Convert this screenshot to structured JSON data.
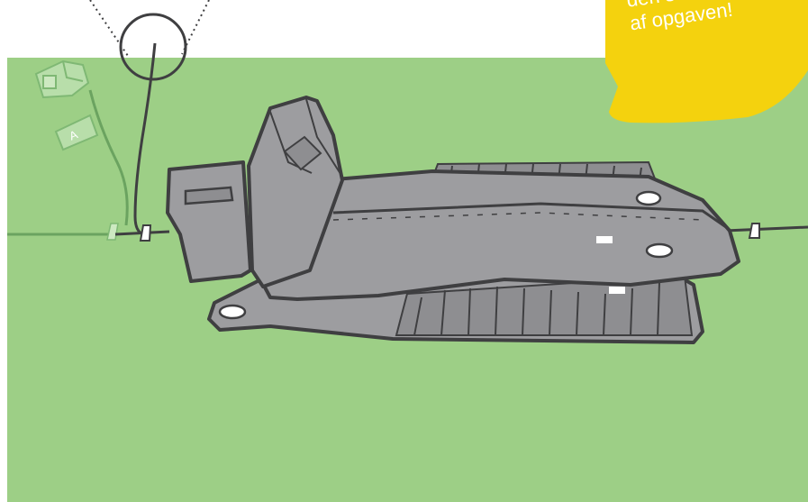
{
  "colors": {
    "lawn": "#9dcf86",
    "dock_fill": "#9d9da0",
    "dock_outline": "#3f3f41",
    "wire": "#3f3f41",
    "wire_faded": "#6ba360",
    "peg": "#ffffff",
    "bubble": "#f4d20e",
    "bubble_text": "#ffffff",
    "faded_item": "#b8deaa"
  },
  "icons": {
    "detail_magnifier": "magnifier-circle",
    "faded_clip": "wire-clip-icon",
    "faded_tag": "label-tag-icon"
  },
  "tag": {
    "letter": "A"
  },
  "bubble": {
    "line1": "den svære",
    "line2": "af opgaven!"
  }
}
